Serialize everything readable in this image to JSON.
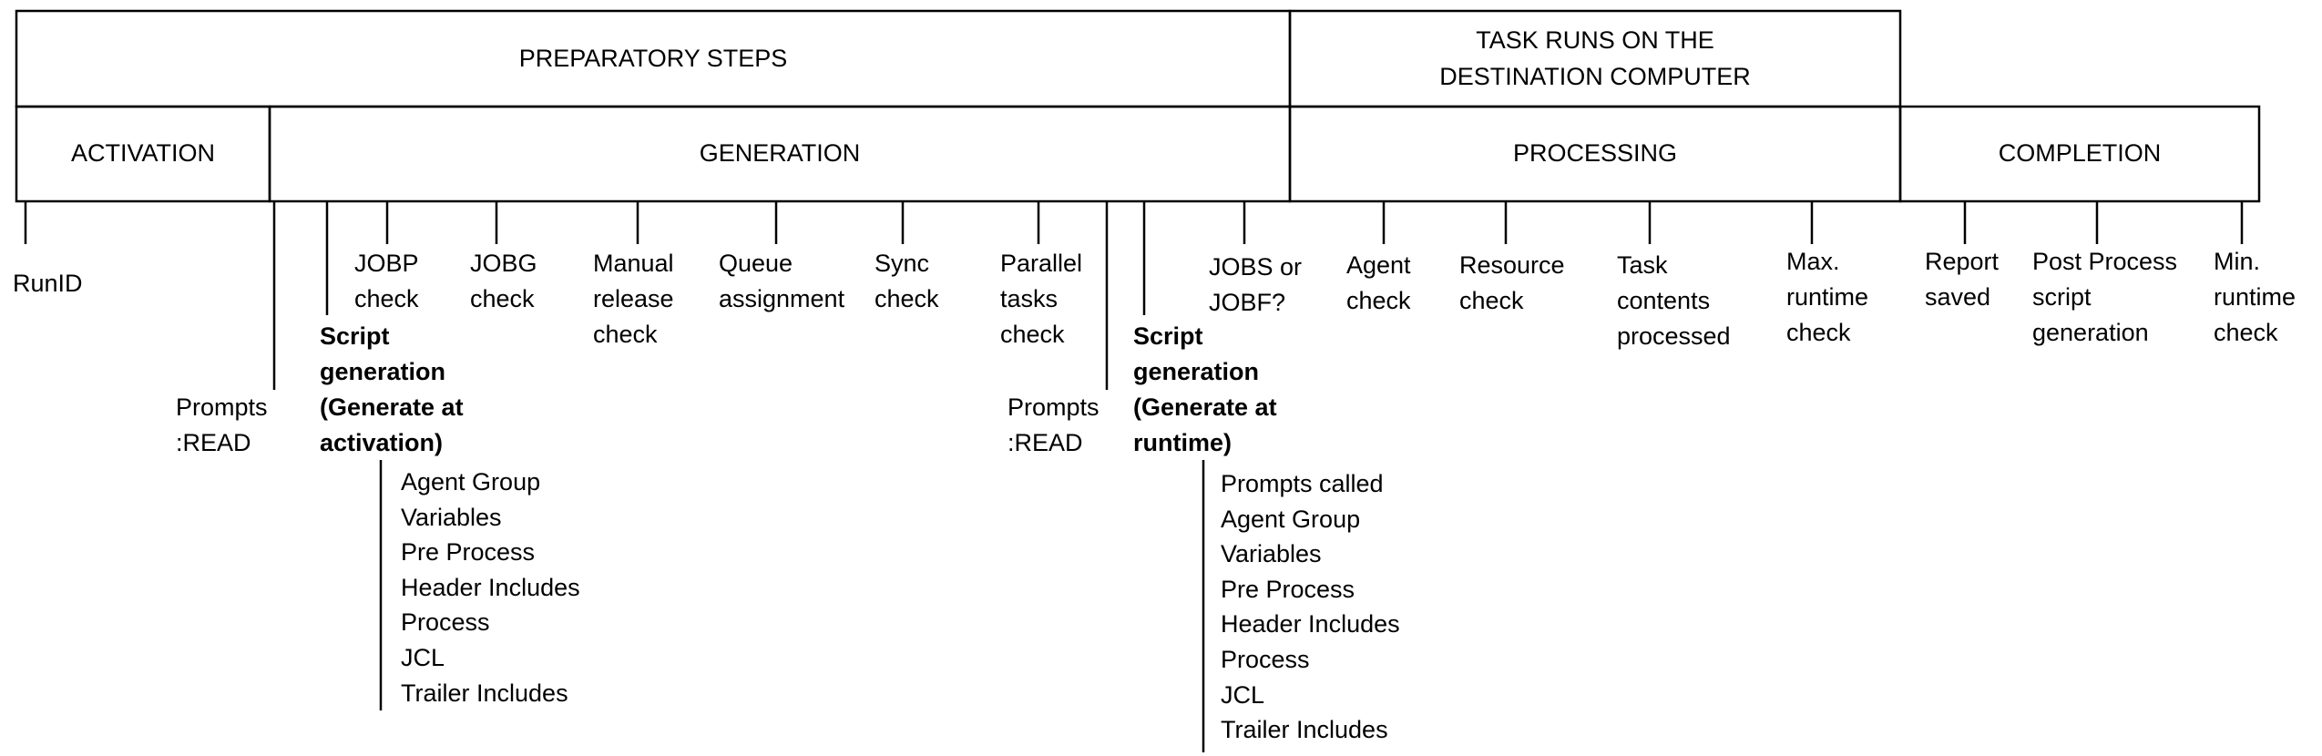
{
  "phases": {
    "preparatory": "PREPARATORY STEPS",
    "destination": "TASK RUNS ON THE\nDESTINATION COMPUTER",
    "activation": "ACTIVATION",
    "generation": "GENERATION",
    "processing": "PROCESSING",
    "completion": "COMPLETION"
  },
  "steps": {
    "run_id": "RunID",
    "prompts_read_1": "Prompts\n:READ",
    "script_gen_activation": "Script\ngeneration\n(Generate at\nactivation)",
    "jobp_check": "JOBP\ncheck",
    "jobg_check": "JOBG\ncheck",
    "manual_release_check": "Manual\nrelease\ncheck",
    "queue_assignment": "Queue\nassignment",
    "sync_check": "Sync\ncheck",
    "parallel_tasks_check": "Parallel\ntasks\ncheck",
    "prompts_read_2": "Prompts\n:READ",
    "script_gen_runtime": "Script\ngeneration\n(Generate at\nruntime)",
    "jobs_or_jobf": "JOBS or\nJOBF?",
    "agent_check": "Agent\ncheck",
    "resource_check": "Resource\ncheck",
    "task_contents_processed": "Task\ncontents\nprocessed",
    "max_runtime_check": "Max.\nruntime\ncheck",
    "report_saved": "Report\nsaved",
    "post_process_script_generation": "Post Process\nscript\ngeneration",
    "min_runtime_check": "Min.\nruntime\ncheck"
  },
  "activation_script_parts": [
    "Agent Group",
    "Variables",
    "Pre Process",
    "Header Includes",
    "Process",
    "JCL",
    "Trailer Includes"
  ],
  "runtime_script_parts": [
    "Prompts called",
    "Agent Group",
    "Variables",
    "Pre Process",
    "Header Includes",
    "Process",
    "JCL",
    "Trailer Includes"
  ]
}
